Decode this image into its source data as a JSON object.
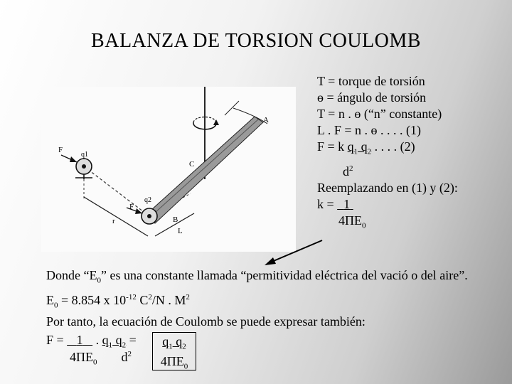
{
  "title": "BALANZA DE TORSION COULOMB",
  "figure": {
    "labels": {
      "a": "A",
      "b": "B",
      "c": "C",
      "f1": "F",
      "f2": "F",
      "q1": "q1",
      "q2": "q2",
      "r": "r",
      "l": "L"
    }
  },
  "equations": {
    "l1": "T = torque de torsión",
    "l2": "ɵ = ángulo de torsión",
    "l3": "T = n . ɵ (“n” constante)",
    "l4": "L . F = n . ɵ . . . . (1)",
    "l5a": "F = k ",
    "l5b": "q",
    "l5c": "1",
    "l5d": " q",
    "l5e": "2",
    "l5f": " . . . . (2)",
    "l6a": "d",
    "l6b": "2",
    "l7": "Reemplazando en (1) y (2):",
    "l8a": "k = ",
    "l8b": "1",
    "l9a": "4ПE",
    "l9b": "0"
  },
  "text": {
    "p1a": "Donde “E",
    "p1b": "0",
    "p1c": "” es una constante llamada “permitividad eléctrica del vació o del aire”.",
    "p2a": "E",
    "p2b": "0",
    "p2c": " = 8.854 x 10",
    "p2d": "-12",
    "p2e": " C",
    "p2f": "2",
    "p2g": "/N . M",
    "p2h": "2",
    "p3": "Por tanto, la ecuación de Coulomb se puede expresar también:"
  },
  "final": {
    "f": "F = ",
    "one": "1",
    "dot": " . ",
    "q1": "q",
    "s1": "1",
    "q2": " q",
    "s2": "2",
    "eq": " =",
    "den1a": "4ПE",
    "den1b": "0",
    "den2a": "d",
    "den2b": "2",
    "boxnum_q1": "q",
    "boxnum_s1": "1",
    "boxnum_q2": " q",
    "boxnum_s2": "2",
    "boxden_a": "4ПE",
    "boxden_b": "0"
  }
}
